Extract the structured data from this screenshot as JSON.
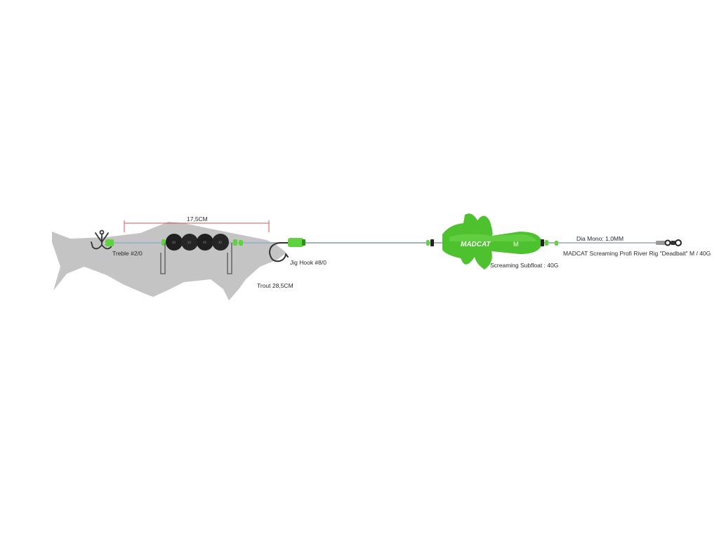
{
  "labels": {
    "measure": "17,5CM",
    "treble": "Treble #2/0",
    "jig_hook": "Jig Hook #8/0",
    "trout": "Trout 28,5CM",
    "subfloat": "Screaming Subfloat : 40G",
    "dia_mono": "Dia Mono: 1,0MM",
    "product": "MADCAT Screaming Profi River Rig \"Deadbait\" M / 40G"
  },
  "float": {
    "brand": "MADCAT",
    "size": "M"
  },
  "beads": [
    "40",
    "40",
    "40",
    "40"
  ],
  "colors": {
    "fish": "#c4c4c4",
    "line": "#9fb4be",
    "green": "#5fd33f",
    "float_green": "#4ec12f",
    "bead": "#1f1f1f",
    "measure_line": "#d9534f",
    "hook": "#333333"
  },
  "icons": [
    "treble-hook-icon",
    "jig-hook-icon",
    "swivel-icon",
    "trout-silhouette"
  ]
}
